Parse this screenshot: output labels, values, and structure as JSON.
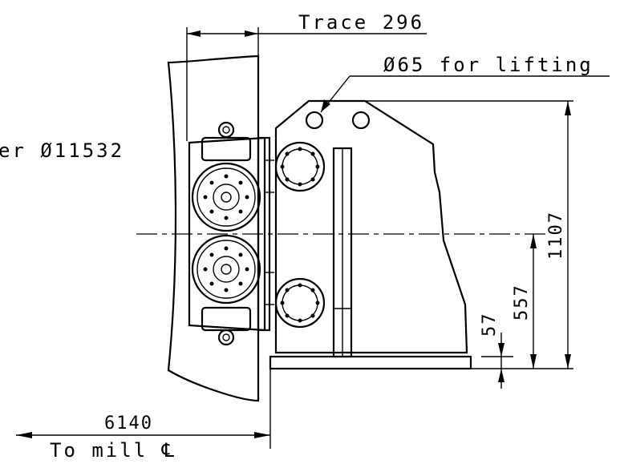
{
  "annotations": {
    "trace": "Trace 296",
    "lifting": "Ø65 for lifting",
    "roller": "er Ø11532",
    "mill_distance": "6140",
    "mill_centerline": "To mill ℄"
  },
  "dimensions": {
    "overall_height": "1107",
    "center_height": "557",
    "base_offset": "57"
  }
}
